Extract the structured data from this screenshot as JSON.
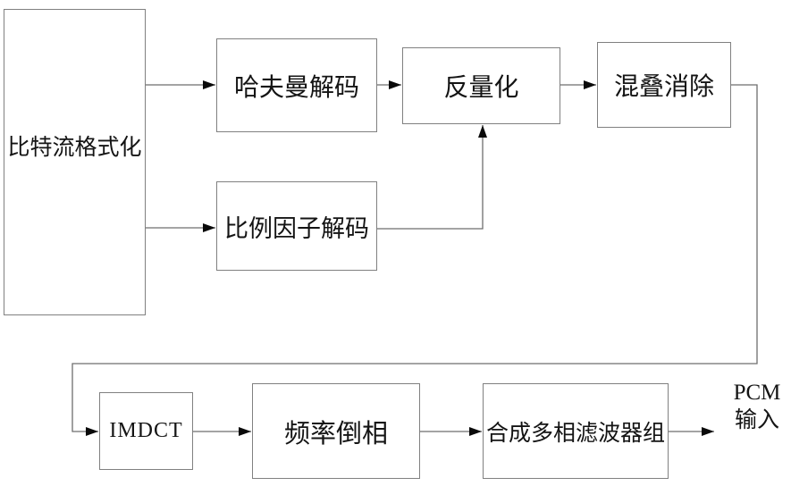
{
  "colors": {
    "background": "#ffffff",
    "box_border": "#808080",
    "line": "#6e6e6e",
    "arrowhead": "#0a0a0a",
    "text": "#141414"
  },
  "diagram": {
    "type": "block-flow-diagram",
    "nodes": {
      "bitstream": {
        "label": "比特流格式化"
      },
      "huffman": {
        "label": "哈夫曼解码"
      },
      "dequantize": {
        "label": "反量化"
      },
      "alias_reduction": {
        "label": "混叠消除"
      },
      "scalefactor_decode": {
        "label": "比例因子解码"
      },
      "imdct": {
        "label": "IMDCT"
      },
      "frequency_inversion": {
        "label": "频率倒相"
      },
      "synthesis_polyphase_filterbank": {
        "label": "合成多相滤波器组"
      },
      "pcm_output_label": {
        "line1": "PCM",
        "line2": "输入"
      }
    },
    "edges": [
      {
        "from": "bitstream",
        "to": "huffman"
      },
      {
        "from": "bitstream",
        "to": "scalefactor_decode"
      },
      {
        "from": "huffman",
        "to": "dequantize"
      },
      {
        "from": "scalefactor_decode",
        "to": "dequantize"
      },
      {
        "from": "dequantize",
        "to": "alias_reduction"
      },
      {
        "from": "alias_reduction",
        "to": "imdct"
      },
      {
        "from": "imdct",
        "to": "frequency_inversion"
      },
      {
        "from": "frequency_inversion",
        "to": "synthesis_polyphase_filterbank"
      },
      {
        "from": "synthesis_polyphase_filterbank",
        "to": "pcm_output_label"
      }
    ]
  }
}
